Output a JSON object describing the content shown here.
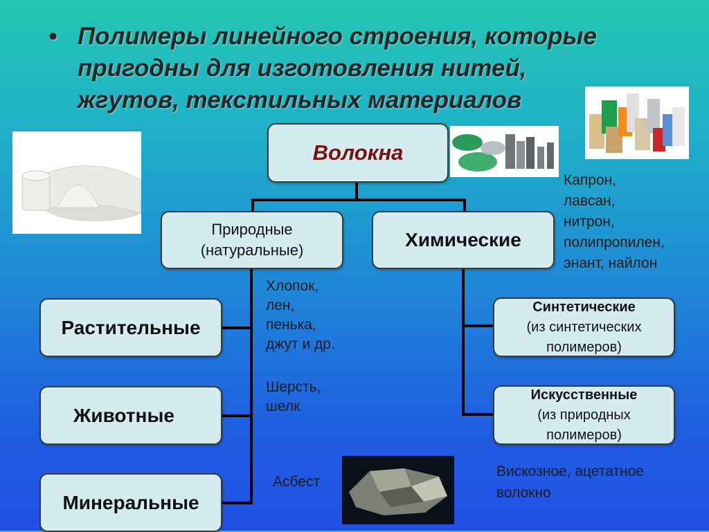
{
  "title": {
    "bullet": "•",
    "lines": [
      "Полимеры линейного строения, которые",
      "пригодны для изготовления нитей,",
      "жгутов, текстильных материалов"
    ]
  },
  "nodes": {
    "root": "Волокна",
    "natural": [
      "Природные",
      "(натуральные)"
    ],
    "chemical": "Химические",
    "plant": "Растительные",
    "animal": "Животные",
    "mineral": "Минеральные",
    "synthetic": [
      "Синтетические",
      "(из синтетических",
      "полимеров)"
    ],
    "artificial": [
      "Искусственные",
      "(из природных",
      "полимеров)"
    ]
  },
  "labels": {
    "plant_examples": [
      "Хлопок,",
      "лен,",
      "пенька,",
      "джут и др."
    ],
    "animal_examples": [
      "Шерсть,",
      "шелк"
    ],
    "mineral_examples": "Асбест",
    "synthetic_examples": [
      "Капрон,",
      "лавсан,",
      "нитрон,",
      "полипропилен,",
      "энант, найлон"
    ],
    "artificial_examples": [
      "Вискозное, ацетатное",
      "волокно"
    ]
  },
  "colors": {
    "root_text": "#7a1010",
    "box_fill": "#d4ecef"
  }
}
